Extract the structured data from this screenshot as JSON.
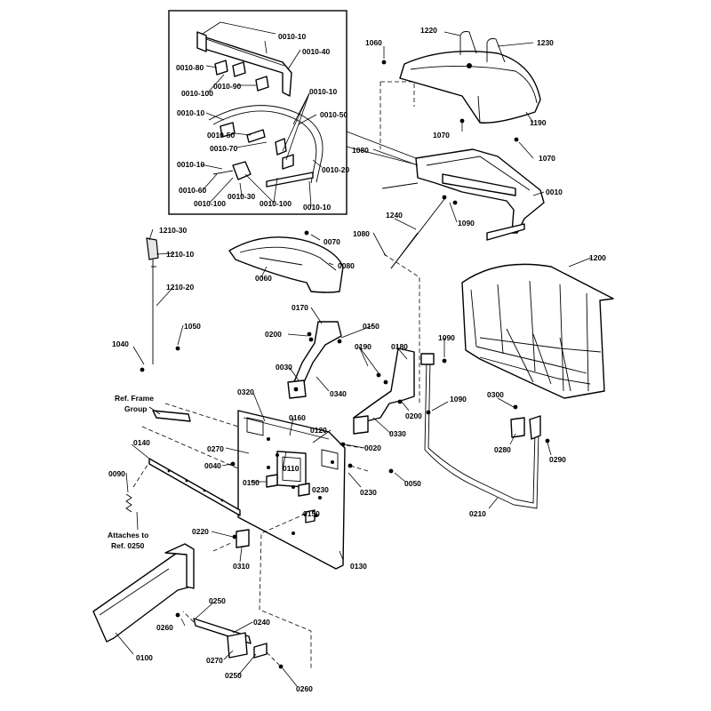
{
  "labels": {
    "l_0010_10a": "0010-10",
    "l_0010_40": "0010-40",
    "l_0010_80": "0010-80",
    "l_0010_90": "0010-90",
    "l_0010_100a": "0010-100",
    "l_0010_10b": "0010-10",
    "l_0010_10c": "0010-10",
    "l_0010_50a": "0010-50",
    "l_0010_50b": "0010-50",
    "l_0010_70": "0010-70",
    "l_0010_20": "0010-20",
    "l_0010_10d": "0010-10",
    "l_0010_60": "0010-60",
    "l_0010_100b": "0010-100",
    "l_0010_30": "0010-30",
    "l_0010_100c": "0010-100",
    "l_0010_10e": "0010-10",
    "l_1060": "1060",
    "l_1220": "1220",
    "l_1230": "1230",
    "l_1190": "1190",
    "l_1070a": "1070",
    "l_1070b": "1070",
    "l_1080a": "1080",
    "l_0010": "0010",
    "l_1090a": "1090",
    "l_1240": "1240",
    "l_1080b": "1080",
    "l_1210_30": "1210-30",
    "l_1210_10": "1210-10",
    "l_1210_20": "1210-20",
    "l_0070": "0070",
    "l_0080": "0080",
    "l_0060": "0060",
    "l_1200": "1200",
    "l_1050": "1050",
    "l_1040": "1040",
    "l_0170": "0170",
    "l_0150a": "0150",
    "l_0200a": "0200",
    "l_0190": "0190",
    "l_0180": "0180",
    "l_1090b": "1090",
    "l_0030": "0030",
    "l_0340": "0340",
    "l_0200b": "0200",
    "l_1090c": "1090",
    "l_0300": "0300",
    "l_0320": "0320",
    "l_0160": "0160",
    "l_0120": "0120",
    "l_0330": "0330",
    "l_0280": "0280",
    "l_0290": "0290",
    "l_0140": "0140",
    "l_0270a": "0270",
    "l_0020": "0020",
    "l_0040": "0040",
    "l_0110": "0110",
    "l_0090": "0090",
    "l_0150b": "0150",
    "l_0230a": "0230",
    "l_0230b": "0230",
    "l_0050": "0050",
    "l_0210": "0210",
    "l_0150c": "0150",
    "l_0220": "0220",
    "l_0310": "0310",
    "l_0130": "0130",
    "l_0250a": "0250",
    "l_0260a": "0260",
    "l_0240": "0240",
    "l_0100": "0100",
    "l_0270b": "0270",
    "l_0250b": "0250",
    "l_0260b": "0260"
  },
  "notes": {
    "ref_frame_1": "Ref. Frame",
    "ref_frame_2": "Group",
    "attaches_1": "Attaches to",
    "attaches_2": "Ref. 0250"
  }
}
